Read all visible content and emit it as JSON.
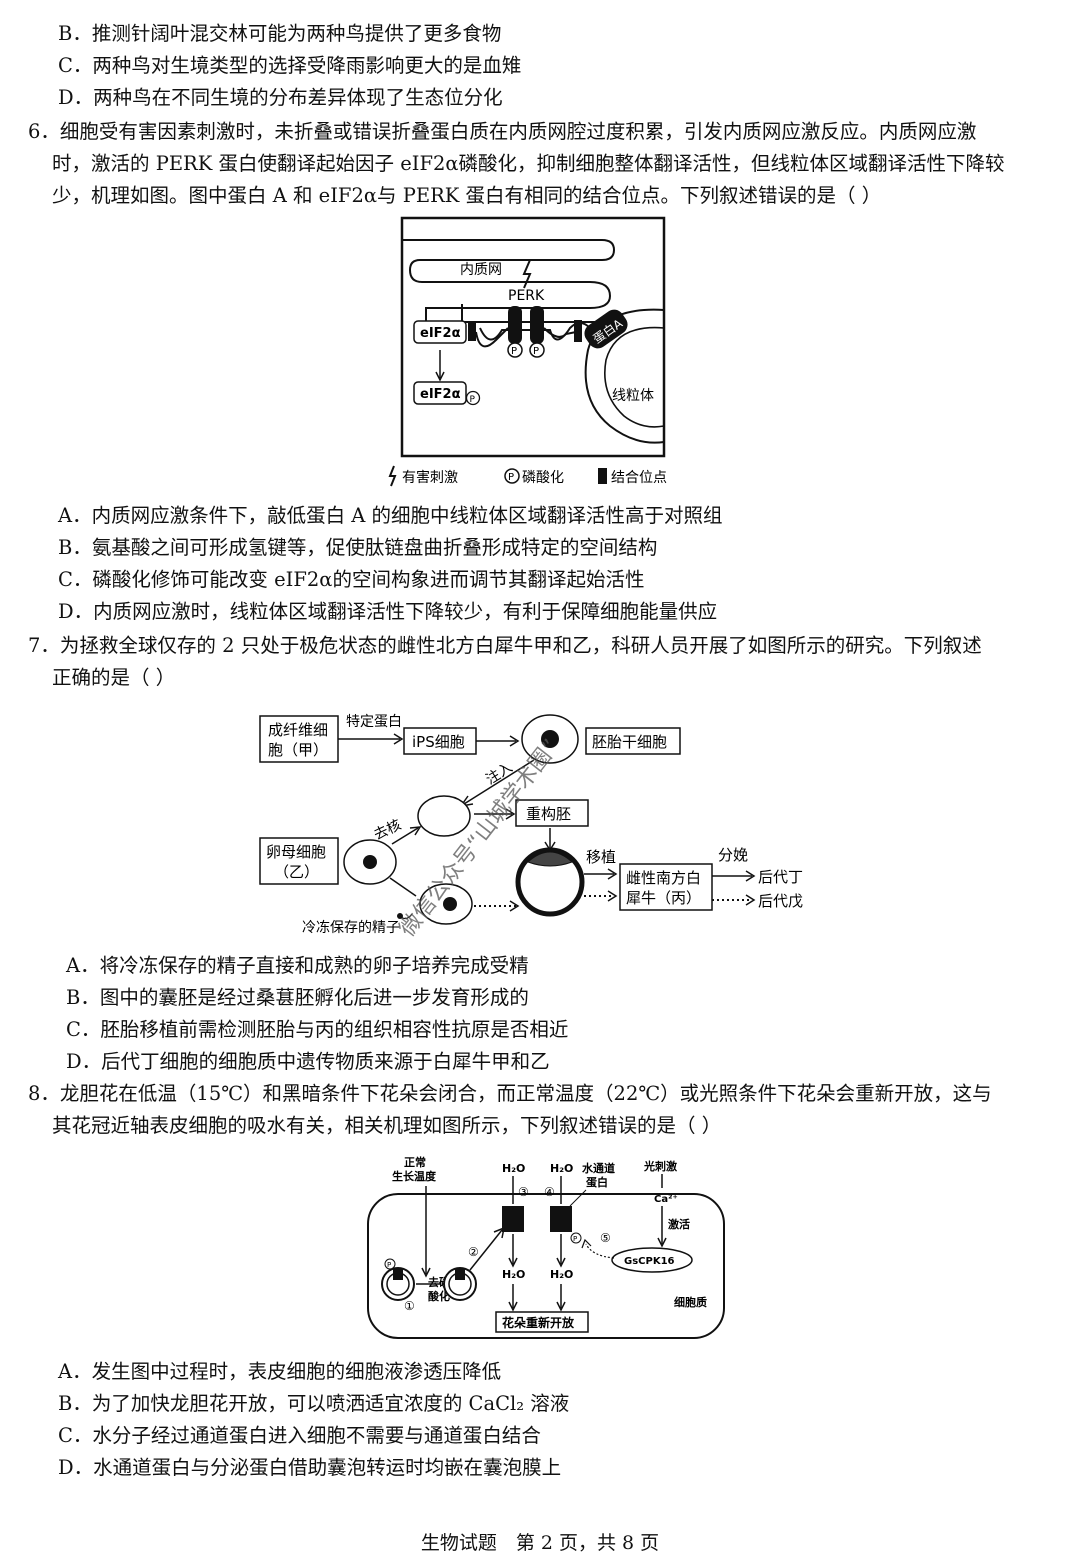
{
  "top_options": [
    "B．推测针阔叶混交林可能为两种鸟提供了更多食物",
    "C．两种鸟对生境类型的选择受降雨影响更大的是血雉",
    "D．两种鸟在不同生境的分布差异体现了生态位分化"
  ],
  "q6": {
    "lines": [
      "6．细胞受有害因素刺激时，未折叠或错误折叠蛋白质在内质网腔过度积累，引发内质网应激反应。内质网应激",
      "时，激活的 PERK 蛋白使翻译起始因子 eIF2α磷酸化，抑制细胞整体翻译活性，但线粒体区域翻译活性下降较",
      "少，机理如图。图中蛋白 A 和 eIF2α与 PERK 蛋白有相同的结合位点。下列叙述错误的是（    ）"
    ],
    "figure": {
      "er_label": "内质网",
      "perk_label": "PERK",
      "eif_label": "eIF2α",
      "eif_p_label": "eIF2α",
      "p_symbol": "P",
      "protein_a_label": "蛋白A",
      "mito_label": "线粒体",
      "legend_stimulus": "有害刺激",
      "legend_phos": "磷酸化",
      "legend_site": "结合位点"
    },
    "options": [
      "A．内质网应激条件下，敲低蛋白 A 的细胞中线粒体区域翻译活性高于对照组",
      "B．氨基酸之间可形成氢键等，促使肽链盘曲折叠形成特定的空间结构",
      "C．磷酸化修饰可能改变 eIF2α的空间构象进而调节其翻译起始活性",
      "D．内质网应激时，线粒体区域翻译活性下降较少，有利于保障细胞能量供应"
    ]
  },
  "q7": {
    "lines": [
      "7．为拯救全球仅存的 2 只处于极危状态的雌性北方白犀牛甲和乙，科研人员开展了如图所示的研究。下列叙述",
      "正确的是（    ）"
    ],
    "figure": {
      "fibro_line1": "成纤维细",
      "fibro_line2": "胞（甲）",
      "specific_protein": "特定蛋白",
      "ips": "iPS细胞",
      "esc": "胚胎干细胞",
      "inject": "注入",
      "enucleate": "去核",
      "reconstructed": "重构胚",
      "oocyte_line1": "卵母细胞",
      "oocyte_line2": "（乙）",
      "frozen_sperm": "冷冻保存的精子",
      "transplant": "移植",
      "southern_line1": "雌性南方白",
      "southern_line2": "犀牛（丙）",
      "birth": "分娩",
      "offspring_d": "后代丁",
      "offspring_e": "后代戊",
      "watermark": "微信公众号“山城学术圈”"
    },
    "options": [
      "A．将冷冻保存的精子直接和成熟的卵子培养完成受精",
      "B．图中的囊胚是经过桑葚胚孵化后进一步发育形成的",
      "C．胚胎移植前需检测胚胎与丙的组织相容性抗原是否相近",
      "D．后代丁细胞的细胞质中遗传物质来源于白犀牛甲和乙"
    ]
  },
  "q8": {
    "lines": [
      "8．龙胆花在低温（15℃）和黑暗条件下花朵会闭合，而正常温度（22℃）或光照条件下花朵会重新开放，这与",
      "其花冠近轴表皮细胞的吸水有关，相关机理如图所示，下列叙述错误的是（    ）"
    ],
    "figure": {
      "normal_temp_line1": "正常",
      "normal_temp_line2": "生长温度",
      "h2o": "H₂O",
      "water_channel_line1": "水通道",
      "water_channel_line2": "蛋白",
      "light_stimulus": "光刺激",
      "ca": "Ca²⁺",
      "activate": "激活",
      "dephos_line1": "去磷",
      "dephos_line2": "酸化",
      "kinase": "GsCPK16",
      "cytoplasm": "细胞质",
      "reopen": "花朵重新开放",
      "n1": "①",
      "n2": "②",
      "n3": "③",
      "n4": "④",
      "n5": "⑤",
      "p_symbol": "P"
    },
    "options": [
      "A．发生图中过程时，表皮细胞的细胞液渗透压降低",
      "B．为了加快龙胆花开放，可以喷洒适宜浓度的 CaCl₂ 溶液",
      "C．水分子经过通道蛋白进入细胞不需要与通道蛋白结合",
      "D．水通道蛋白与分泌蛋白借助囊泡转运时均嵌在囊泡膜上"
    ]
  },
  "footer": "生物试题　第 2 页，共 8 页"
}
